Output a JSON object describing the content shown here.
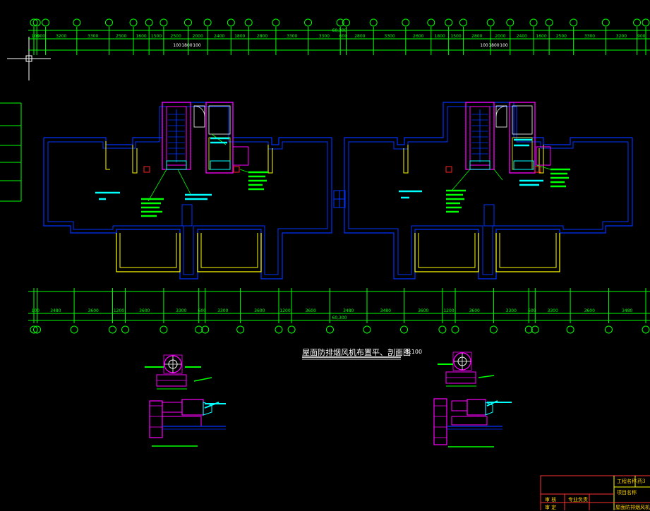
{
  "drawing": {
    "title": "屋面防排烟风机布置平、剖面图",
    "scale": "1:100"
  },
  "top_dims": {
    "total": "60,300",
    "segments": [
      "100",
      "900",
      "3200",
      "3300",
      "2500",
      "1600",
      "1500",
      "2500",
      "2000",
      "2400",
      "1800",
      "2800",
      "3300",
      "3300",
      "600",
      "2800",
      "3300",
      "2600",
      "1800",
      "1500",
      "2800",
      "2000",
      "2400",
      "1600",
      "2500",
      "3300",
      "3200",
      "900"
    ],
    "sub_left": [
      "100",
      "1800",
      "100"
    ],
    "sub_right": [
      "100",
      "1800",
      "100"
    ]
  },
  "bottom_dims": {
    "total": "60,300",
    "segments": [
      "100",
      "3480",
      "3600",
      "1200",
      "3600",
      "3300",
      "600",
      "3300",
      "3600",
      "1200",
      "3600",
      "3480",
      "3480",
      "3600",
      "1200",
      "3600",
      "3300",
      "600",
      "3300",
      "3600",
      "3480"
    ]
  },
  "title_block": {
    "project_label": "工程名称",
    "item_label": "项目名称",
    "drawing_label": "屋面防排烟风机布置图",
    "discipline": "专业负责",
    "review": "审 核",
    "check": "审 定",
    "corner": "药3"
  },
  "colors": {
    "background": "#000000",
    "axis": "#00ff00",
    "wall_blue": "#0033ff",
    "wall_yellow": "#ffff00",
    "stair_magenta": "#ff00ff",
    "annotation_cyan": "#00ffff",
    "annotation_green": "#00ff00",
    "title": "#ffffff"
  }
}
